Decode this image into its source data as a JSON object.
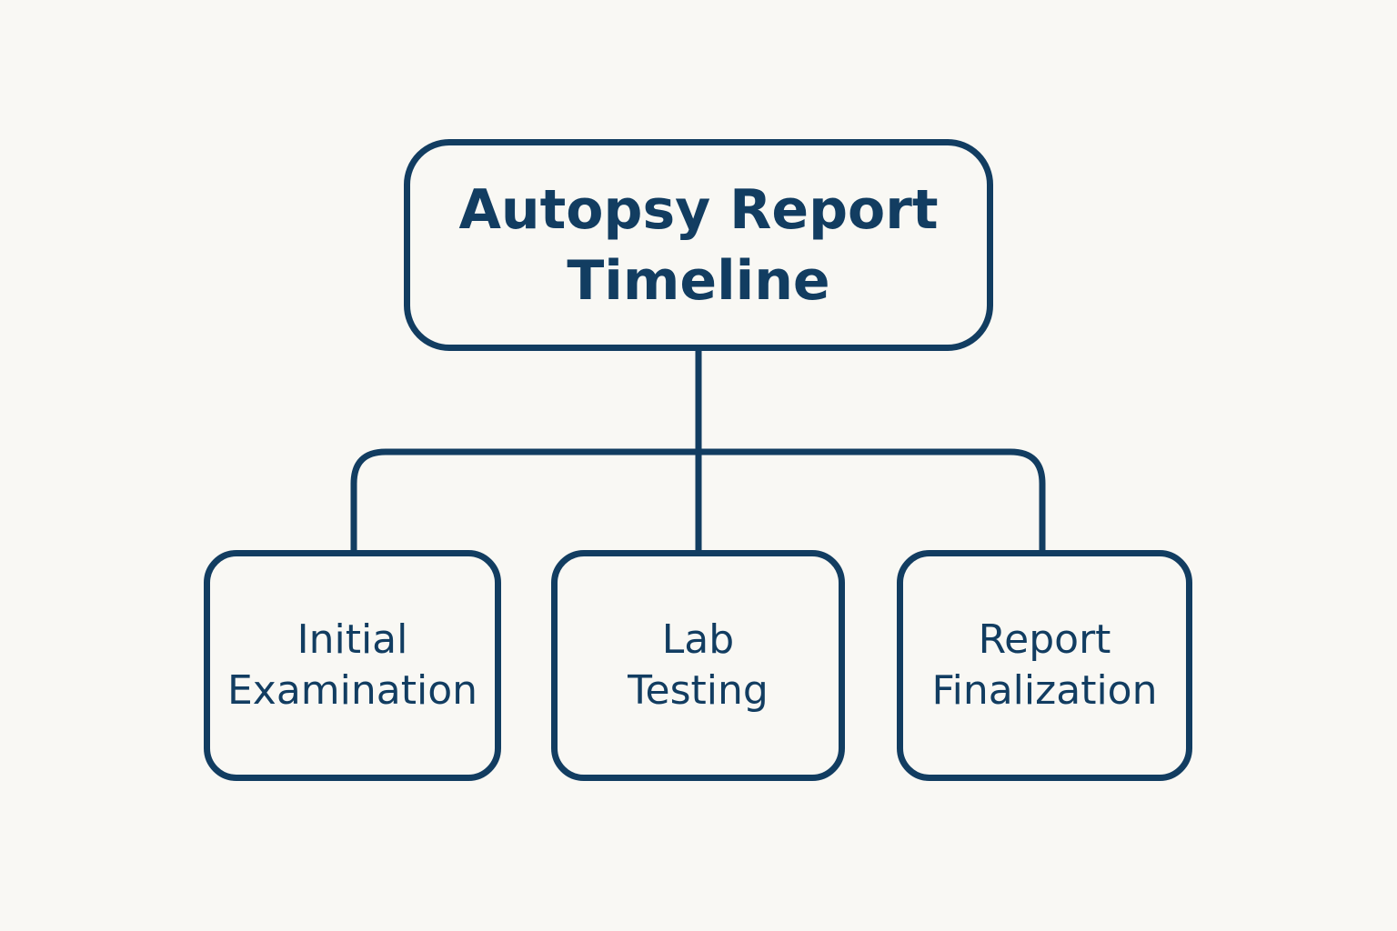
{
  "colors": {
    "background": "#f9f8f4",
    "stroke": "#123d61",
    "text": "#123d61"
  },
  "root": {
    "lines": [
      "Autopsy Report",
      "Timeline"
    ]
  },
  "children": [
    {
      "lines": [
        "Initial",
        "Examination"
      ]
    },
    {
      "lines": [
        "Lab",
        "Testing"
      ]
    },
    {
      "lines": [
        "Report",
        "Finalization"
      ]
    }
  ]
}
